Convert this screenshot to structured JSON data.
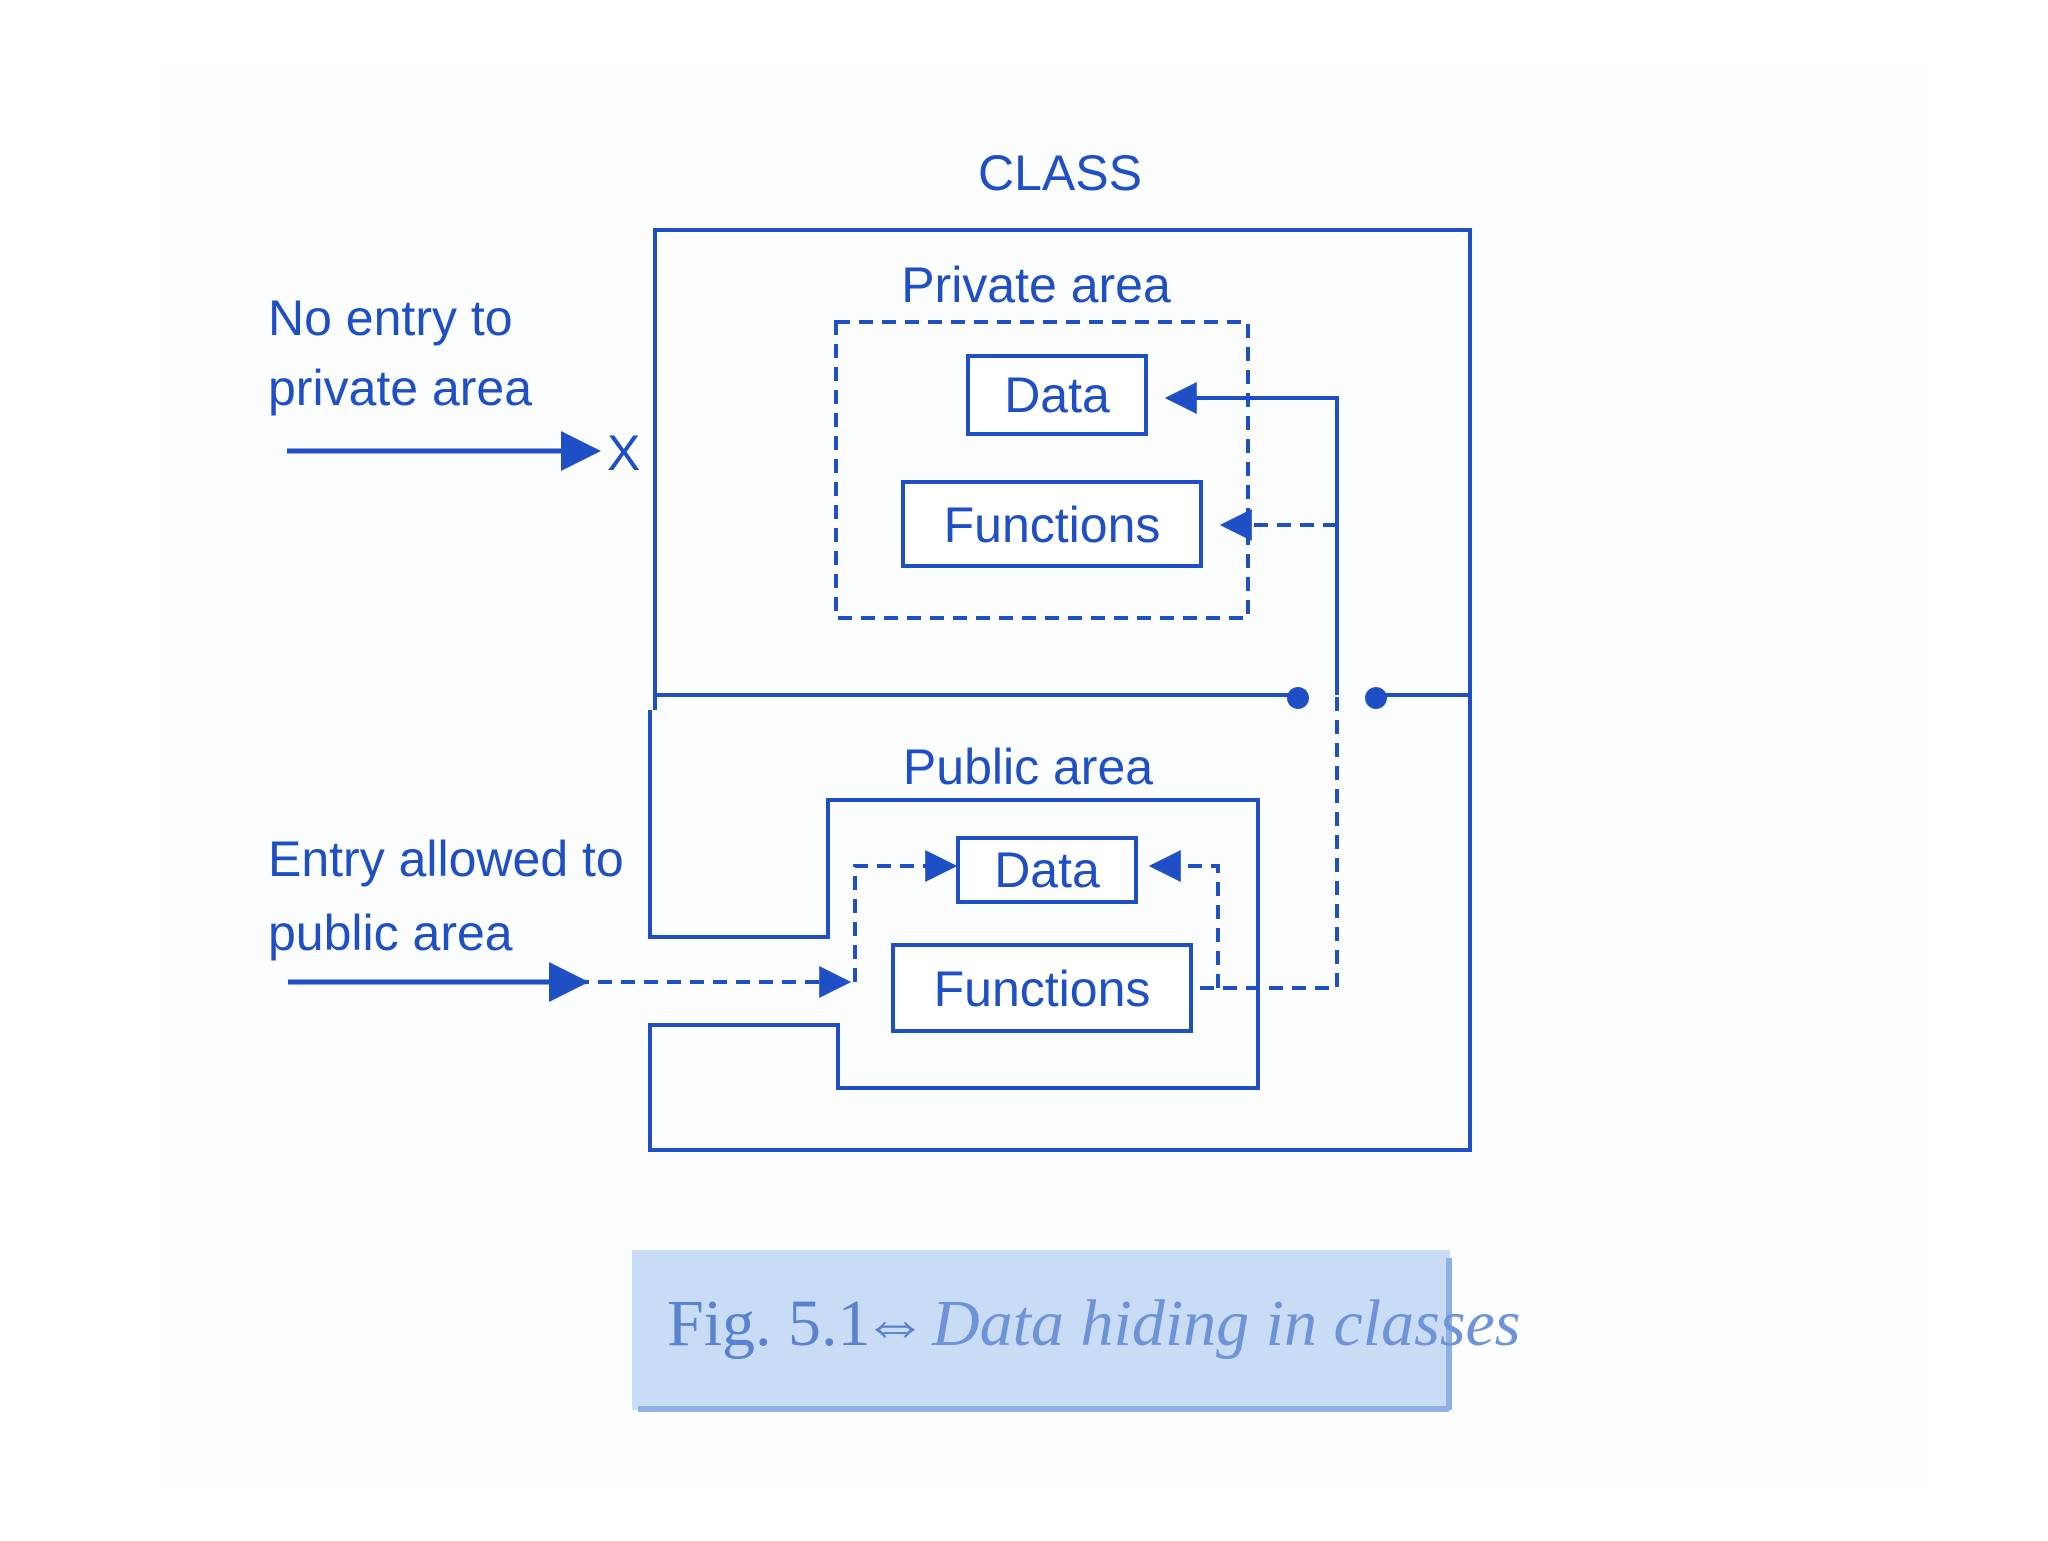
{
  "diagram": {
    "class_label": "CLASS",
    "private_area_label": "Private area",
    "public_area_label": "Public area",
    "private_data_label": "Data",
    "private_functions_label": "Functions",
    "public_data_label": "Data",
    "public_functions_label": "Functions",
    "no_entry_line1": "No entry to",
    "no_entry_line2": "private area",
    "blocked_marker": "X",
    "entry_allowed_line1": "Entry allowed to",
    "entry_allowed_line2": "public area"
  },
  "caption": {
    "figure_number": "Fig. 5.1",
    "arrow_symbol": "⇔",
    "text": "Data hiding in classes"
  },
  "colors": {
    "ink": "#1f4fc4",
    "caption_bg": "#c9dcf5"
  }
}
